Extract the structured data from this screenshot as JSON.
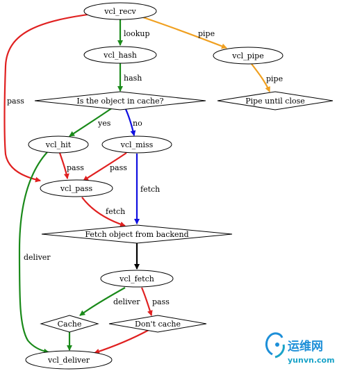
{
  "colors": {
    "green": "#1a8a1a",
    "red": "#e02020",
    "orange": "#f0a020",
    "blue": "#1010e0",
    "black": "#000000",
    "watermark_blue": "#1d8fd8",
    "watermark_teal": "#1aa3c8"
  },
  "nodes": {
    "vcl_recv": "vcl_recv",
    "vcl_hash": "vcl_hash",
    "vcl_pipe": "vcl_pipe",
    "pipe_until_close": "Pipe until close",
    "in_cache": "Is the object in cache?",
    "vcl_hit": "vcl_hit",
    "vcl_miss": "vcl_miss",
    "vcl_pass": "vcl_pass",
    "fetch_backend": "Fetch object from backend",
    "vcl_fetch": "vcl_fetch",
    "cache": "Cache",
    "dont_cache": "Don't cache",
    "vcl_deliver": "vcl_deliver"
  },
  "edges": {
    "recv_hash": "lookup",
    "recv_pipe": "pipe",
    "pipe_close": "pipe",
    "recv_pass": "pass",
    "hash_cache": "hash",
    "cache_hit": "yes",
    "cache_miss": "no",
    "hit_pass": "pass",
    "miss_pass": "pass",
    "miss_fetch": "fetch",
    "pass_fetch": "fetch",
    "hit_deliver": "deliver",
    "fetch_cache": "deliver",
    "fetch_dontcache": "pass"
  },
  "watermark": {
    "cn": "运维网",
    "en": "yunvn.com"
  }
}
